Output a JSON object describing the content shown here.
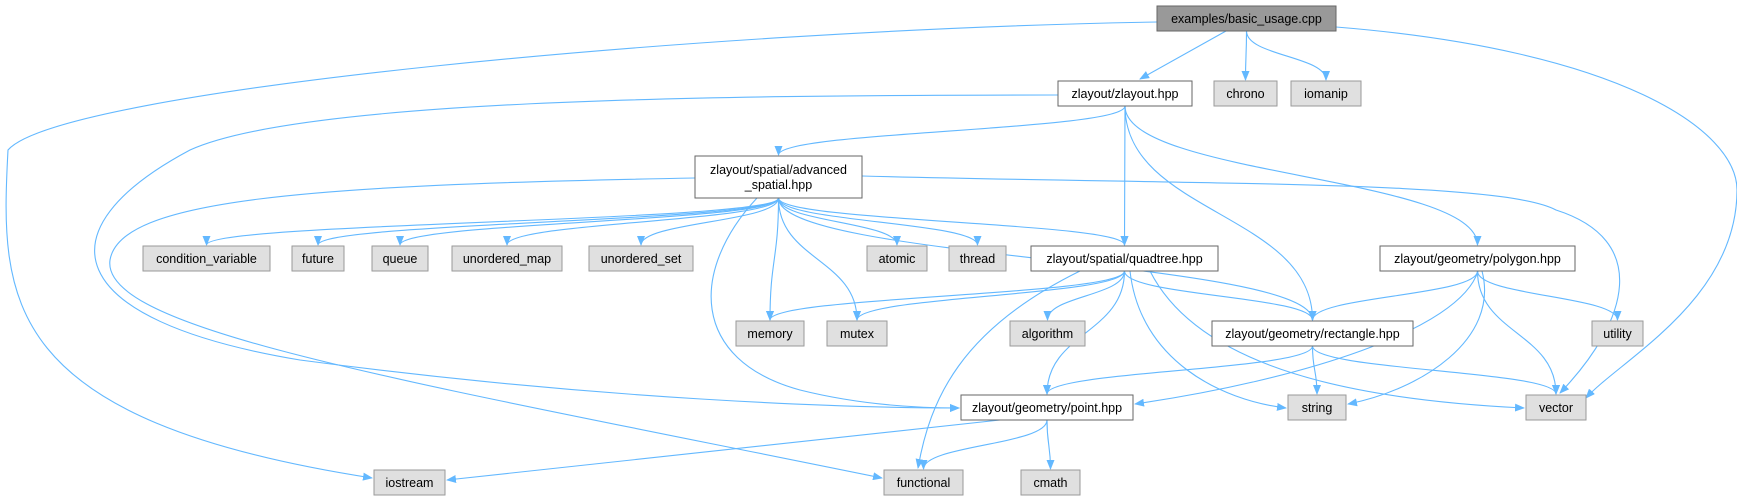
{
  "colors": {
    "root_fill": "#999999",
    "root_stroke": "#666666",
    "header_fill": "#ffffff",
    "header_stroke": "#666666",
    "system_fill": "#e0e0e0",
    "system_stroke": "#999999",
    "edge": "#63b8ff"
  },
  "nodes": {
    "basic_usage": {
      "label": "examples/basic_usage.cpp",
      "kind": "root"
    },
    "zlayout": {
      "label": "zlayout/zlayout.hpp",
      "kind": "header"
    },
    "chrono": {
      "label": "chrono",
      "kind": "system"
    },
    "iomanip": {
      "label": "iomanip",
      "kind": "system"
    },
    "advanced_spatial": {
      "label": [
        "zlayout/spatial/advanced",
        "_spatial.hpp"
      ],
      "kind": "header"
    },
    "quadtree": {
      "label": "zlayout/spatial/quadtree.hpp",
      "kind": "header"
    },
    "polygon": {
      "label": "zlayout/geometry/polygon.hpp",
      "kind": "header"
    },
    "rectangle": {
      "label": "zlayout/geometry/rectangle.hpp",
      "kind": "header"
    },
    "point": {
      "label": "zlayout/geometry/point.hpp",
      "kind": "header"
    },
    "condition_variable": {
      "label": "condition_variable",
      "kind": "system"
    },
    "future": {
      "label": "future",
      "kind": "system"
    },
    "queue": {
      "label": "queue",
      "kind": "system"
    },
    "unordered_map": {
      "label": "unordered_map",
      "kind": "system"
    },
    "unordered_set": {
      "label": "unordered_set",
      "kind": "system"
    },
    "atomic": {
      "label": "atomic",
      "kind": "system"
    },
    "thread": {
      "label": "thread",
      "kind": "system"
    },
    "memory": {
      "label": "memory",
      "kind": "system"
    },
    "mutex": {
      "label": "mutex",
      "kind": "system"
    },
    "algorithm": {
      "label": "algorithm",
      "kind": "system"
    },
    "utility": {
      "label": "utility",
      "kind": "system"
    },
    "string": {
      "label": "string",
      "kind": "system"
    },
    "vector": {
      "label": "vector",
      "kind": "system"
    },
    "iostream": {
      "label": "iostream",
      "kind": "system"
    },
    "functional": {
      "label": "functional",
      "kind": "system"
    },
    "cmath": {
      "label": "cmath",
      "kind": "system"
    }
  },
  "edges": [
    [
      "basic_usage",
      "zlayout"
    ],
    [
      "basic_usage",
      "chrono"
    ],
    [
      "basic_usage",
      "iomanip"
    ],
    [
      "basic_usage",
      "iostream"
    ],
    [
      "basic_usage",
      "vector"
    ],
    [
      "zlayout",
      "advanced_spatial"
    ],
    [
      "zlayout",
      "quadtree"
    ],
    [
      "zlayout",
      "polygon"
    ],
    [
      "zlayout",
      "rectangle"
    ],
    [
      "zlayout",
      "point"
    ],
    [
      "advanced_spatial",
      "condition_variable"
    ],
    [
      "advanced_spatial",
      "future"
    ],
    [
      "advanced_spatial",
      "queue"
    ],
    [
      "advanced_spatial",
      "unordered_map"
    ],
    [
      "advanced_spatial",
      "unordered_set"
    ],
    [
      "advanced_spatial",
      "atomic"
    ],
    [
      "advanced_spatial",
      "thread"
    ],
    [
      "advanced_spatial",
      "memory"
    ],
    [
      "advanced_spatial",
      "mutex"
    ],
    [
      "advanced_spatial",
      "quadtree"
    ],
    [
      "advanced_spatial",
      "rectangle"
    ],
    [
      "advanced_spatial",
      "point"
    ],
    [
      "advanced_spatial",
      "functional"
    ],
    [
      "advanced_spatial",
      "vector"
    ],
    [
      "quadtree",
      "memory"
    ],
    [
      "quadtree",
      "mutex"
    ],
    [
      "quadtree",
      "algorithm"
    ],
    [
      "quadtree",
      "rectangle"
    ],
    [
      "quadtree",
      "point"
    ],
    [
      "quadtree",
      "functional"
    ],
    [
      "quadtree",
      "string"
    ],
    [
      "quadtree",
      "vector"
    ],
    [
      "polygon",
      "rectangle"
    ],
    [
      "polygon",
      "point"
    ],
    [
      "polygon",
      "utility"
    ],
    [
      "polygon",
      "string"
    ],
    [
      "polygon",
      "vector"
    ],
    [
      "rectangle",
      "point"
    ],
    [
      "rectangle",
      "string"
    ],
    [
      "rectangle",
      "vector"
    ],
    [
      "point",
      "iostream"
    ],
    [
      "point",
      "functional"
    ],
    [
      "point",
      "cmath"
    ]
  ]
}
